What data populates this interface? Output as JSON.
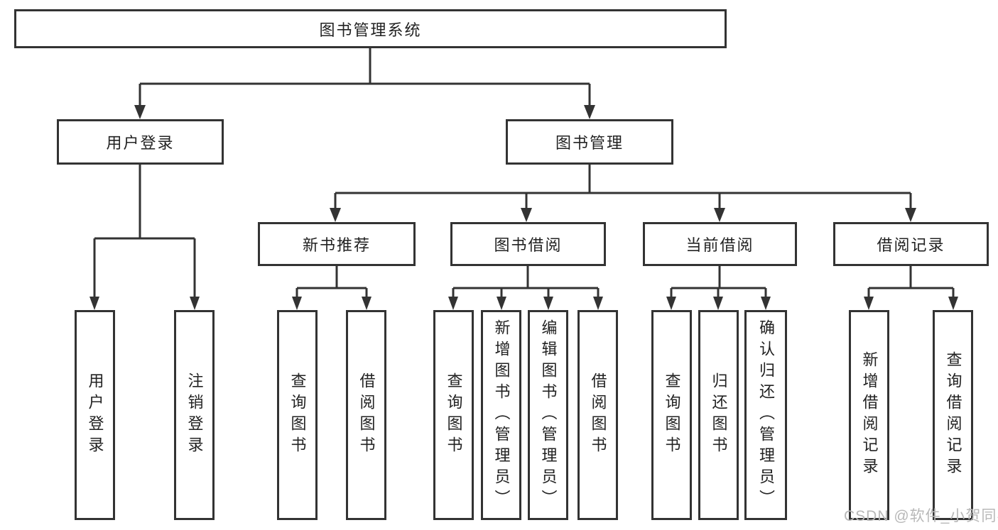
{
  "diagram": {
    "root": "图书管理系统",
    "branches": {
      "user_login": "用户登录",
      "book_mgmt": "图书管理"
    },
    "modules": {
      "new_book": "新书推荐",
      "book_borrow": "图书借阅",
      "current_borrow": "当前借阅",
      "borrow_record": "借阅记录"
    },
    "functions": {
      "user_login": "用户登录",
      "logout": "注销登录",
      "nb_query": "查询图书",
      "nb_borrow": "借阅图书",
      "bb_query": "查询图书",
      "bb_add": "新增图书（管理员）",
      "bb_edit": "编辑图书（管理员）",
      "bb_borrow": "借阅图书",
      "cb_query": "查询图书",
      "cb_return": "归还图书",
      "cb_confirm": "确认归还（管理员）",
      "br_add": "新增借阅记录",
      "br_query": "查询借阅记录"
    }
  },
  "watermark": "CSDN @软件_小贺同学",
  "colors": {
    "line": "#333333",
    "text": "#222222",
    "watermark": "#b8b8b8",
    "background": "#ffffff"
  }
}
